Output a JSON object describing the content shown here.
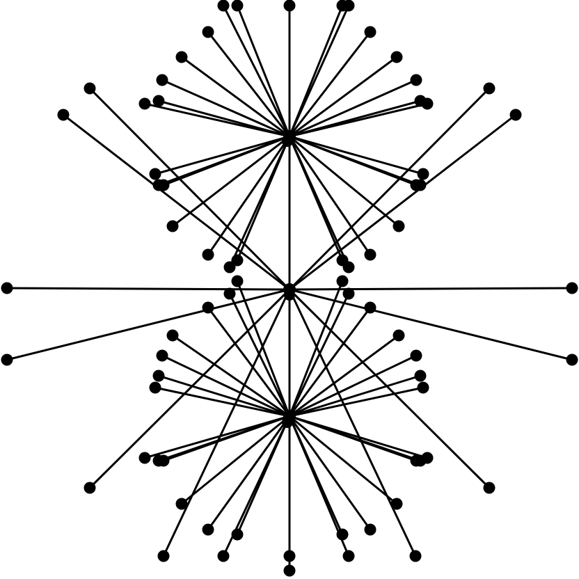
{
  "diagram": {
    "type": "star-graph",
    "stroke_color": "#000000",
    "node_color": "#000000",
    "background_color": "#ffffff",
    "hubs": [
      "hub-top",
      "hub-center",
      "hub-bottom"
    ],
    "node_count": 68,
    "edge_count": 71
  }
}
